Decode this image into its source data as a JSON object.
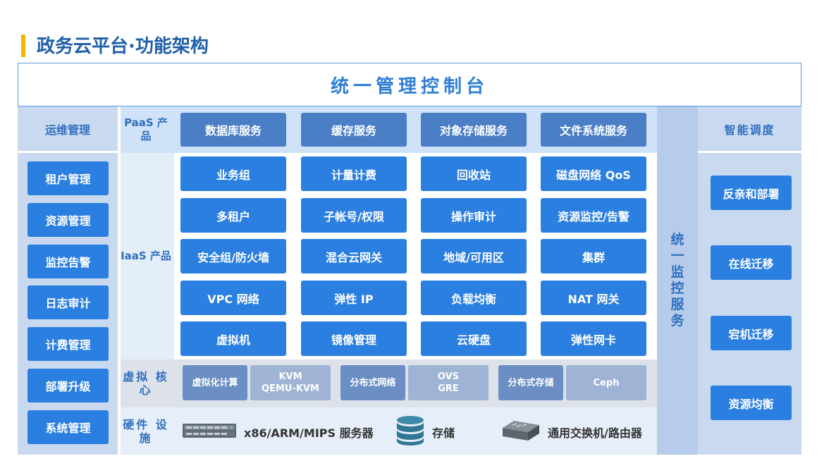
{
  "title": "政务云平台·功能架构",
  "console": "统一管理控制台",
  "left": {
    "header": "运维管理",
    "items": [
      "租户管理",
      "资源管理",
      "监控告警",
      "日志审计",
      "计费管理",
      "部署升级",
      "系统管理"
    ]
  },
  "layers": {
    "paas": "PaaS 产品",
    "iaas": "IaaS 产品",
    "virt": "虚拟 核心",
    "hw": "硬件 设施"
  },
  "paas_items": [
    "数据库服务",
    "缓存服务",
    "对象存储服务",
    "文件系统服务"
  ],
  "iaas_items": [
    [
      "业务组",
      "计量计费",
      "回收站",
      "磁盘网络 QoS"
    ],
    [
      "多租户",
      "子帐号/权限",
      "操作审计",
      "资源监控/告警"
    ],
    [
      "安全组/防火墙",
      "混合云网关",
      "地域/可用区",
      "集群"
    ],
    [
      "VPC 网络",
      "弹性 IP",
      "负载均衡",
      "NAT 网关"
    ],
    [
      "虚拟机",
      "镜像管理",
      "云硬盘",
      "弹性网卡"
    ]
  ],
  "virt_items": {
    "compute": "虚拟化计算",
    "kvm_1": "KVM",
    "kvm_2": "QEMU-KVM",
    "network": "分布式网络",
    "ovs_1": "OVS",
    "ovs_2": "GRE",
    "storage": "分布式存储",
    "ceph": "Ceph"
  },
  "hardware": {
    "server": "x86/ARM/MIPS 服务器",
    "storage": "存储",
    "switch": "通用交换机/路由器"
  },
  "monitor": "统一监控服务",
  "right": {
    "header": "智能调度",
    "items": [
      "反亲和部署",
      "在线迁移",
      "宕机迁移",
      "资源均衡"
    ]
  },
  "colors": {
    "accent_bar": "#f4b400",
    "title": "#1f5fa8",
    "button_blue": "#2a7fe0",
    "paas_button": "#4a7fc6",
    "panel": "#c9d9f0"
  }
}
